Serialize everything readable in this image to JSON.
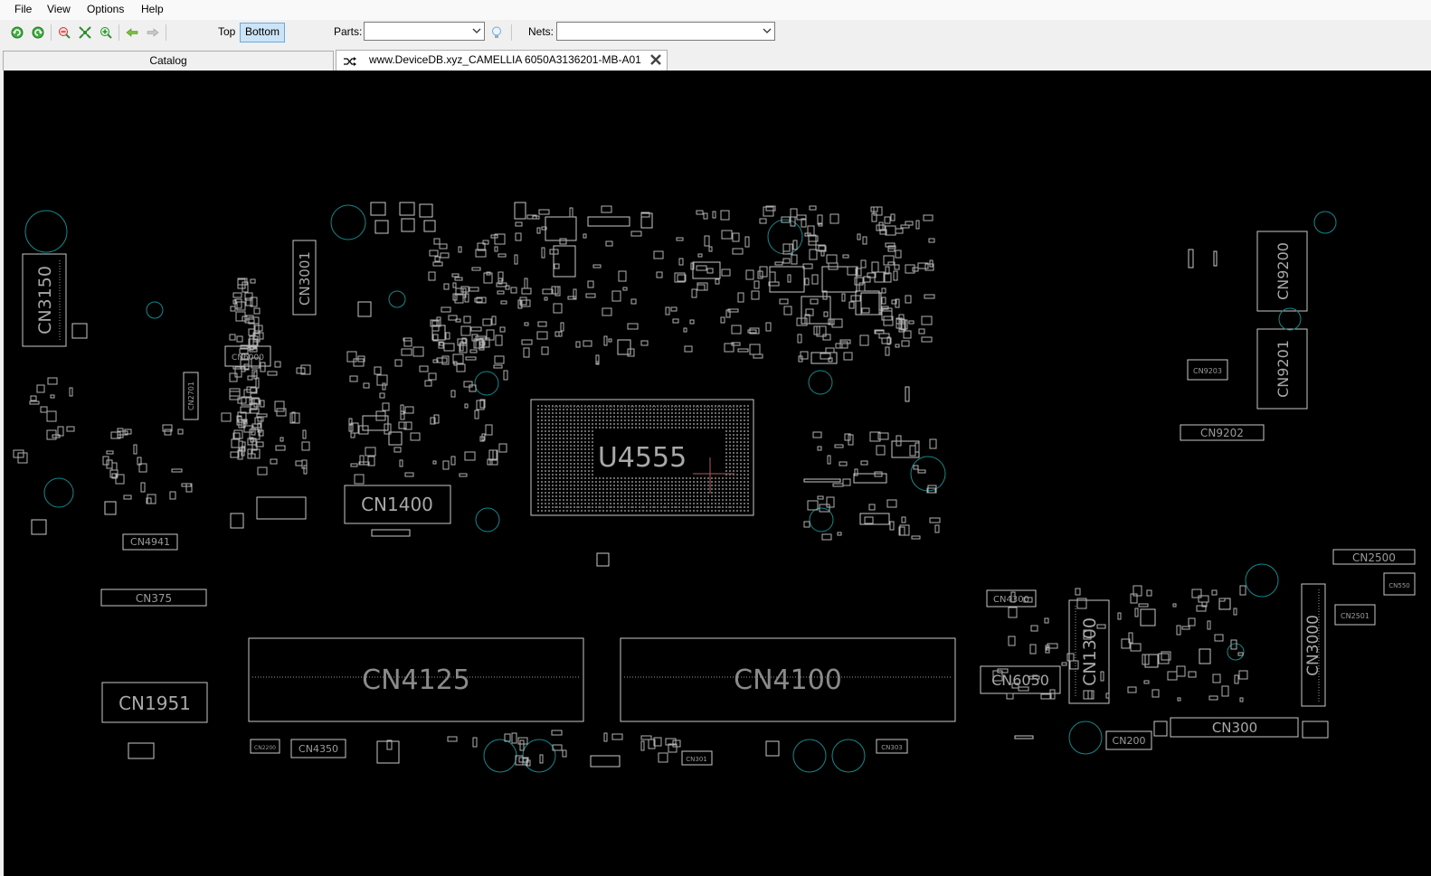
{
  "menu": [
    "File",
    "View",
    "Options",
    "Help"
  ],
  "toolbar": {
    "icons": [
      "rotate-left-icon",
      "rotate-right-icon",
      "zoom-out-icon",
      "zoom-fit-icon",
      "zoom-in-icon",
      "back-arrow-icon",
      "forward-arrow-icon"
    ],
    "top_label": "Top",
    "bottom_label": "Bottom",
    "parts_label": "Parts:",
    "parts_value": "",
    "nets_label": "Nets:",
    "nets_value": ""
  },
  "tabs": {
    "catalog": "Catalog",
    "board": "www.DeviceDB.xyz_CAMELLIA 6050A3136201-MB-A01"
  },
  "colors": {
    "board_bg": "#000000",
    "outline": "#c8c8c8",
    "via": "#0e8a8e",
    "selected_view": "#cce4f7"
  },
  "board": {
    "big_labels": [
      "U4555",
      "CN4125",
      "CN4100",
      "CN1400",
      "CN1951",
      "CN3150",
      "CN3001",
      "CN1300",
      "CN3000",
      "CN9200",
      "CN9201",
      "CN6050",
      "CN300"
    ],
    "small_labels": [
      "CN6000",
      "CN2701",
      "CN4941",
      "CN375",
      "CN4350",
      "CN2200",
      "CN9203",
      "CN9202",
      "CN2500",
      "CN2501",
      "CN4300",
      "CN200",
      "CN303",
      "CN301",
      "CN550"
    ]
  }
}
